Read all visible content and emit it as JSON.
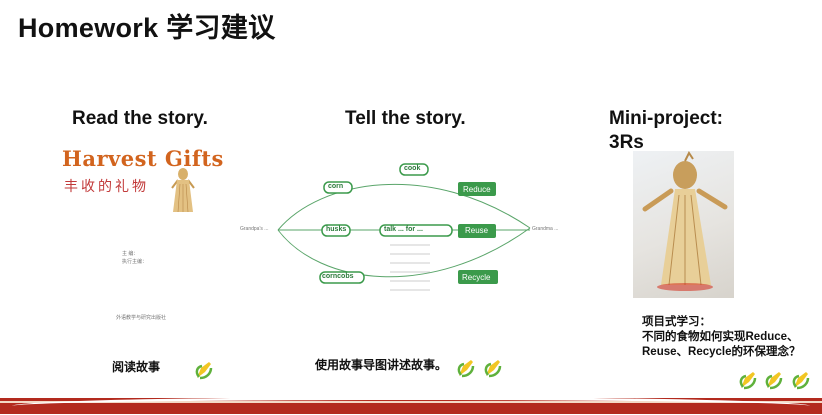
{
  "page": {
    "title": "Homework 学习建议"
  },
  "columns": [
    {
      "heading": "Read the story.",
      "caption": "阅读故事"
    },
    {
      "heading": "Tell the story.",
      "caption": "使用故事导图讲述故事。"
    },
    {
      "heading_line1": "Mini-project:",
      "heading_line2": "3Rs"
    }
  ],
  "book": {
    "title": "Harvest Gifts",
    "subtitle": "丰收的礼物",
    "credit1": "主  编：",
    "credit2": "执行主编：",
    "publisher": "外语教学与研究出版社"
  },
  "mindmap": {
    "left_node": "Grandpa's ...",
    "right_node": "Grandma ...",
    "words": [
      "corn",
      "cook",
      "husks",
      "talk ... for ...",
      "corncobs"
    ],
    "actions": [
      "Reduce",
      "Reuse",
      "Recycle"
    ]
  },
  "project": {
    "line1": "项目式学习：",
    "line2": "不同的食物如何实现Reduce、",
    "line3": "Reuse、Recycle的环保理念？"
  },
  "colors": {
    "accent_green": "#3b9a4b",
    "book_orange": "#d2641e",
    "footer_red": "#b32a1e"
  }
}
